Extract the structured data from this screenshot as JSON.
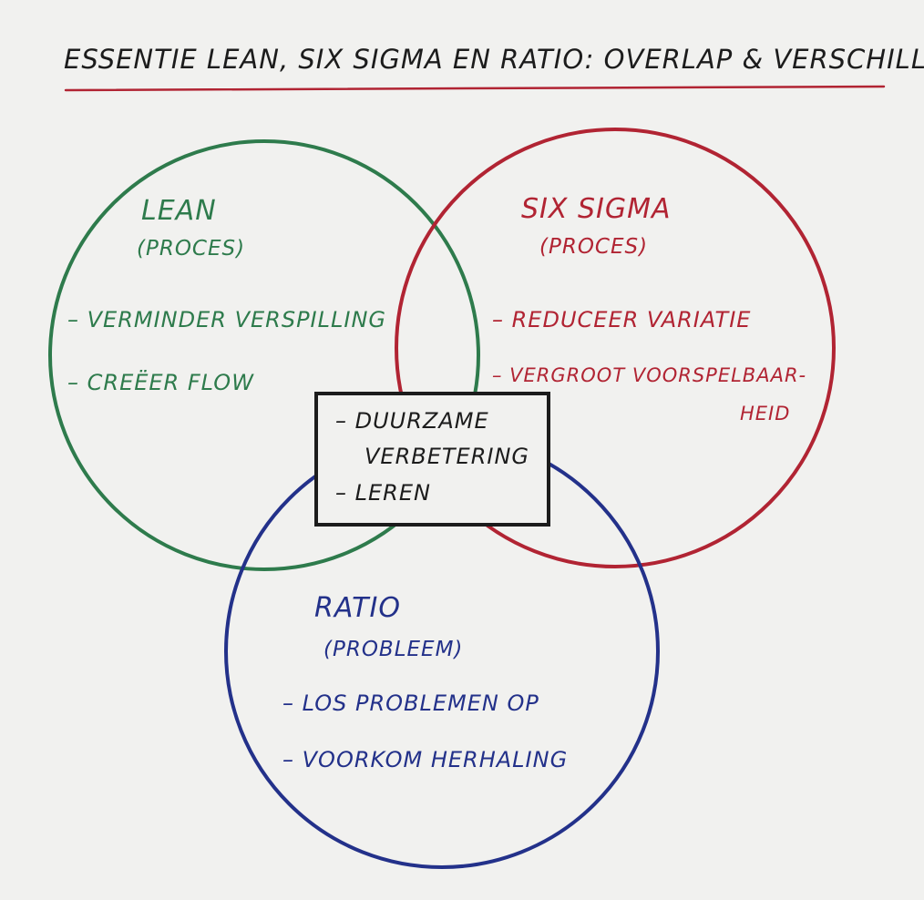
{
  "title": "ESSENTIE LEAN, SIX SIGMA EN RATIO: OVERLAP & VERSCHILLEN",
  "colors": {
    "lean": "#2e7b4c",
    "six_sigma": "#b12433",
    "ratio": "#23318a",
    "ink": "#1c1c1c",
    "paper": "#f1f1ef",
    "underline": "#b12433"
  },
  "lean": {
    "name": "LEAN",
    "focus": "(PROCES)",
    "items": [
      "– VERMINDER VERSPILLING",
      "– CREËER FLOW"
    ]
  },
  "six_sigma": {
    "name": "SIX SIGMA",
    "focus": "(PROCES)",
    "items": [
      "– REDUCEER VARIATIE",
      "– VERGROOT VOORSPELBAAR-",
      "HEID"
    ]
  },
  "ratio": {
    "name": "RATIO",
    "focus": "(PROBLEEM)",
    "items": [
      "– LOS PROBLEMEN OP",
      "– VOORKOM HERHALING"
    ]
  },
  "overlap": {
    "items": [
      "– DUURZAME",
      "VERBETERING",
      "– LEREN"
    ]
  }
}
